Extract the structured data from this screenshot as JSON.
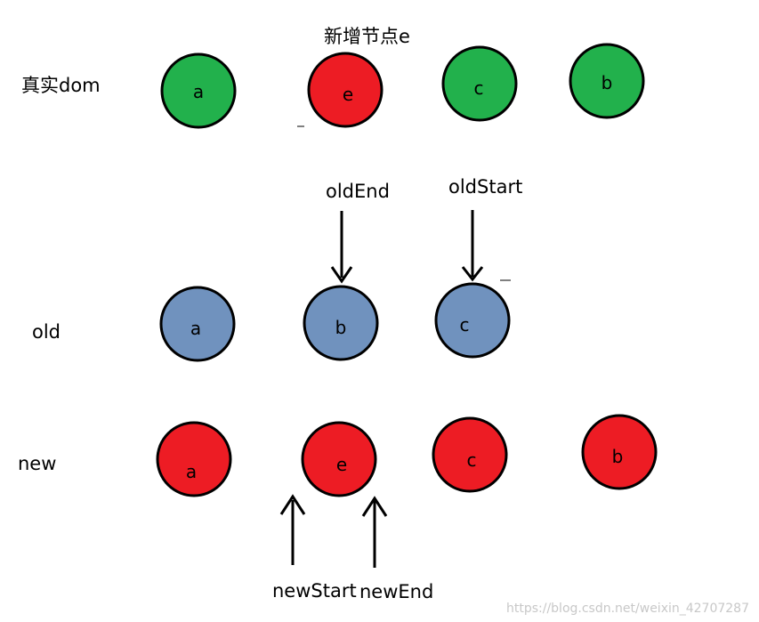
{
  "labels": {
    "real_dom": "真实dom",
    "added_node": "新增节点e",
    "old": "old",
    "new": "new",
    "old_end": "oldEnd",
    "old_start": "oldStart",
    "new_start": "newStart",
    "new_end": "newEnd"
  },
  "watermark": "https://blog.csdn.net/weixin_42707287",
  "colors": {
    "green": "#22b14c",
    "red": "#ed1c24",
    "blue": "#7092be",
    "stroke": "#000000"
  },
  "rows": {
    "real_dom": [
      "a",
      "e",
      "c",
      "b"
    ],
    "old": [
      "a",
      "b",
      "c"
    ],
    "new": [
      "a",
      "e",
      "c",
      "b"
    ]
  }
}
